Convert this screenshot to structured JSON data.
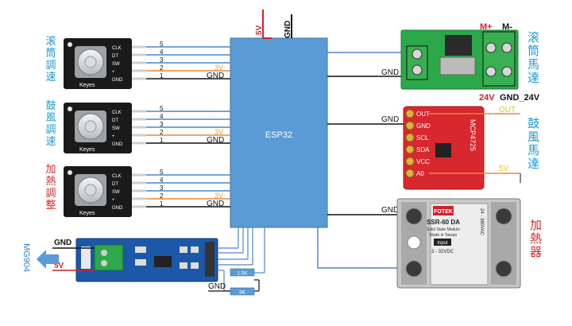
{
  "esp32": {
    "label": "ESP32"
  },
  "power_top": {
    "v5": "5V",
    "gnd": "GND"
  },
  "encoders": [
    {
      "pins": [
        "CLK",
        "DT",
        "SW",
        "+",
        "GND"
      ],
      "brand": "Keyes",
      "pin_numbers": [
        "5",
        "4",
        "3",
        "2",
        "1"
      ],
      "v3": "3V",
      "gnd": "GND",
      "side_label": [
        "滚",
        "筒",
        "調",
        "速"
      ],
      "label_color": "#1f9bd1"
    },
    {
      "pins": [
        "CLK",
        "DT",
        "SW",
        "+",
        "GND"
      ],
      "brand": "Keyes",
      "pin_numbers": [
        "5",
        "4",
        "3",
        "2",
        "1"
      ],
      "v3": "3V",
      "gnd": "GND",
      "side_label": [
        "鼓",
        "風",
        "調",
        "速"
      ],
      "label_color": "#1f9bd1"
    },
    {
      "pins": [
        "CLK",
        "DT",
        "SW",
        "+",
        "GND"
      ],
      "brand": "Keyes",
      "pin_numbers": [
        "5",
        "4",
        "3",
        "2",
        "1"
      ],
      "v3": "3V",
      "gnd": "GND",
      "side_label": [
        "加",
        "熱",
        "調",
        "整"
      ],
      "label_color": "#d42a2a"
    }
  ],
  "motor_driver": {
    "m_plus": "M+",
    "m_minus": "M-",
    "v24": "24V",
    "gnd24": "GND_24V",
    "gnd": "GND",
    "side_label": [
      "滚",
      "筒",
      "馬",
      "達"
    ],
    "label_color": "#1f9bd1"
  },
  "dac": {
    "pins": [
      "OUT",
      "GND",
      "SCL",
      "SDA",
      "VCC",
      "A0"
    ],
    "chip": "MCP4725",
    "gnd": "GND",
    "out": "OUT",
    "v5": "5V",
    "side_label": [
      "鼓",
      "風",
      "馬",
      "達"
    ],
    "label_color": "#1f9bd1"
  },
  "ssr": {
    "brand": "FOTEK",
    "model": "SSR-60 DA",
    "sub1": "Solid State Module",
    "sub2": "Made in Taiwan",
    "input": "Input",
    "vdc": "3 - 32VDC",
    "vac": "24 - 380VAC",
    "gnd": "GND",
    "side_label": [
      "加",
      "熱",
      "器"
    ],
    "label_color": "#d42a2a"
  },
  "rs485": {
    "gnd": "GND",
    "v5": "5V",
    "device": "MG904",
    "gnd_bottom": "GND",
    "r1": "1.5K",
    "r2": "3K"
  },
  "colors": {
    "esp32": "#5b9bd5",
    "wire_blue": "#4f86c6",
    "wire_orange": "#e8893a",
    "wire_black": "#111111",
    "wire_red": "#d0202a",
    "pcb_green": "#2aa84a",
    "pcb_red": "#d6282e",
    "pcb_blue": "#1c58a8"
  }
}
